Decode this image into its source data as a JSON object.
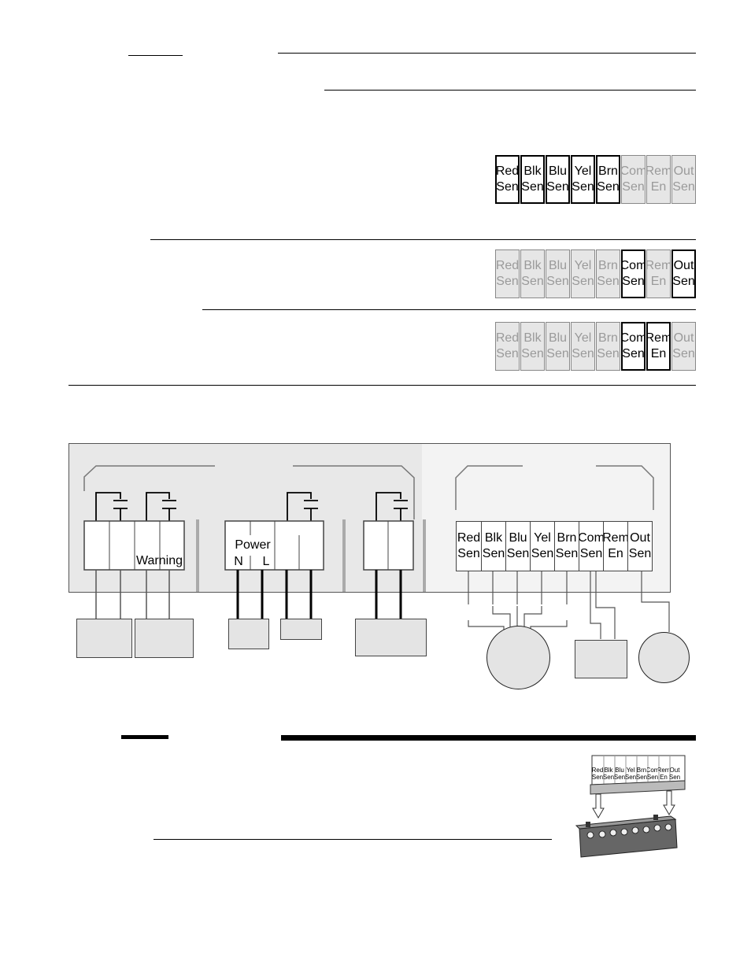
{
  "term_labels": [
    {
      "top": "Red",
      "bottom": "Sen"
    },
    {
      "top": "Blk",
      "bottom": "Sen"
    },
    {
      "top": "Blu",
      "bottom": "Sen"
    },
    {
      "top": "Yel",
      "bottom": "Sen"
    },
    {
      "top": "Brn",
      "bottom": "Sen"
    },
    {
      "top": "Com",
      "bottom": "Sen"
    },
    {
      "top": "Rem",
      "bottom": "En"
    },
    {
      "top": "Out",
      "bottom": "Sen"
    }
  ],
  "strip1_active": [
    true,
    true,
    true,
    true,
    true,
    false,
    false,
    false
  ],
  "strip2_active": [
    false,
    false,
    false,
    false,
    false,
    true,
    false,
    true
  ],
  "strip3_active": [
    false,
    false,
    false,
    false,
    false,
    true,
    true,
    false
  ],
  "board": {
    "warning_label": "Warning",
    "power_label": "Power",
    "power_n": "N",
    "power_l": "L"
  },
  "colors": {
    "active_border": "#000000",
    "inactive_text": "#9a9a9a",
    "inactive_fill": "#e6e6e6",
    "board_fill": "#e8e8e8"
  }
}
